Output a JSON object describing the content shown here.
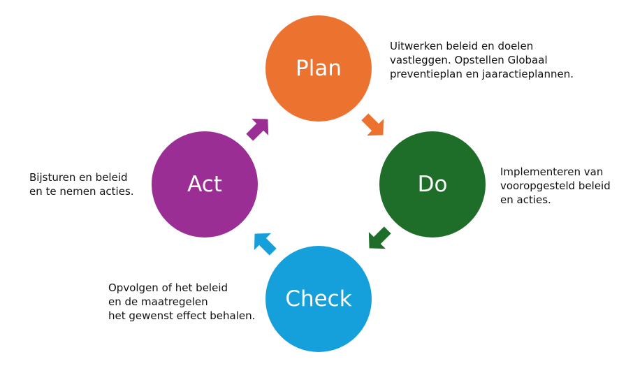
{
  "cycle": {
    "plan": {
      "label": "Plan",
      "color": "#EC7230",
      "description": "Uitwerken beleid en doelen\nvastleggen. Opstellen Globaal\npreventieplan en jaaractieplannen."
    },
    "do": {
      "label": "Do",
      "color": "#1E6E2A",
      "description": "Implementeren van\nvooropgesteld beleid\nen acties."
    },
    "check": {
      "label": "Check",
      "color": "#15A0DB",
      "description": "Opvolgen of het beleid\nen de maatregelen\nhet gewenst effect behalen."
    },
    "act": {
      "label": "Act",
      "color": "#9B2E94",
      "description": "Bijsturen en beleid\nen te nemen acties."
    }
  },
  "arrows": {
    "plan_to_do": {
      "color": "#EC7230",
      "icon": "arrow-down-right-icon"
    },
    "do_to_check": {
      "color": "#1E6E2A",
      "icon": "arrow-down-left-icon"
    },
    "check_to_act": {
      "color": "#15A0DB",
      "icon": "arrow-up-left-icon"
    },
    "act_to_plan": {
      "color": "#9B2E94",
      "icon": "arrow-up-right-icon"
    }
  }
}
